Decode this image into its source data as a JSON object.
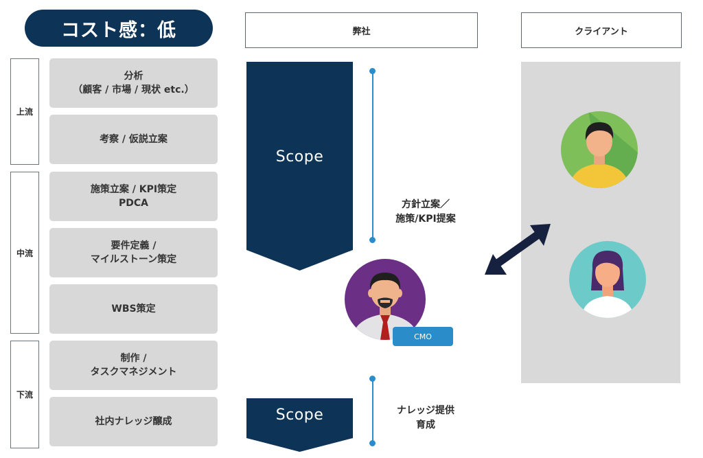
{
  "title": "コスト感：低",
  "headers": {
    "company": "弊社",
    "client": "クライアント"
  },
  "stages": {
    "upper": "上流",
    "middle": "中流",
    "lower": "下流"
  },
  "tasks": [
    {
      "line1": "分析",
      "line2": "（顧客 / 市場 / 現状 etc.）"
    },
    {
      "line1": "考察 / 仮説立案",
      "line2": ""
    },
    {
      "line1": "施策立案 / KPI策定",
      "line2": "PDCA"
    },
    {
      "line1": "要件定義 /",
      "line2": "マイルストーン策定"
    },
    {
      "line1": "WBS策定",
      "line2": ""
    },
    {
      "line1": "制作 /",
      "line2": "タスクマネジメント"
    },
    {
      "line1": "社内ナレッジ醸成",
      "line2": ""
    }
  ],
  "scope_upper": "Scope",
  "scope_lower": "Scope",
  "note_upper": {
    "line1": "方針立案／",
    "line2": "施策/KPI提案"
  },
  "note_lower": {
    "line1": "ナレッジ提供",
    "line2": "育成"
  },
  "cmo_label": "CMO",
  "colors": {
    "navy": "#0d3456",
    "accent_blue": "#2a8cc9",
    "task_gray": "#d8d8d8",
    "panel_gray": "#d9d9d9",
    "arrow": "#16213f"
  },
  "icons": [
    "cmo-avatar-icon",
    "client-male-avatar-icon",
    "client-female-avatar-icon",
    "double-arrow-icon"
  ]
}
